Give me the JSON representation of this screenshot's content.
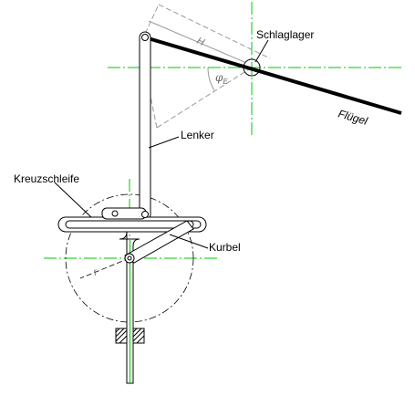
{
  "labels": {
    "schlaglager": "Schlaglager",
    "fluegel": "Flügel",
    "lenker": "Lenker",
    "kreuzschleife": "Kreuzschleife",
    "kurbel": "Kurbel",
    "h_symbol": "H",
    "r_symbol": "r",
    "phi_symbol": "φ",
    "phi_subscript": "E"
  },
  "colors": {
    "line": "#000000",
    "centerline": "#00c800",
    "dimension": "#9a9a9a",
    "ground_hatch": "#000000"
  }
}
